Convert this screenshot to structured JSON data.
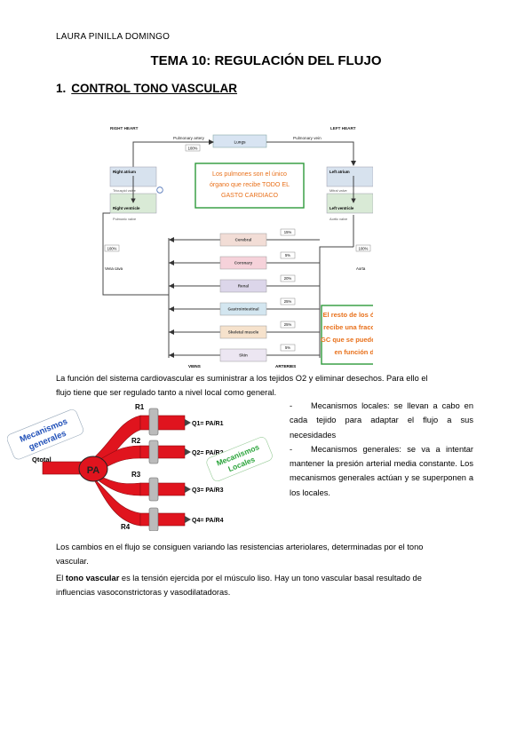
{
  "header": {
    "author": "LAURA PINILLA DOMINGO"
  },
  "title": "TEMA 10: REGULACIÓN DEL FLUJO",
  "section": {
    "number": "1.",
    "heading": "CONTROL TONO VASCULAR"
  },
  "circulation_diagram": {
    "right_heart": "RIGHT HEART",
    "left_heart": "LEFT HEART",
    "pulmonary_artery": "Pulmonary artery",
    "pulmonary_vein": "Pulmonary vein",
    "lungs": "Lungs",
    "pct_100": "100%",
    "right_atrium": "Right atrium",
    "right_ventricle": "Right ventricle",
    "tricuspid_valve": "Tricuspid valve",
    "pulmonic_valve": "Pulmonic valve",
    "left_atrium": "Left atrium",
    "left_ventricle": "Left ventricle",
    "mitral_valve": "Mitral valve",
    "aortic_valve": "Aortic valve",
    "vena_cava": "Vena cava",
    "aorta": "Aorta",
    "veins": "VEINS",
    "arteries": "ARTERIES",
    "organs": [
      {
        "name": "Cerebral",
        "pct": "15%",
        "color": "#f2ddd6"
      },
      {
        "name": "Coronary",
        "pct": "5%",
        "color": "#f6d2da"
      },
      {
        "name": "Renal",
        "pct": "20%",
        "color": "#dcd6ea"
      },
      {
        "name": "Gastrointestinal",
        "pct": "25%",
        "color": "#d3e6f0"
      },
      {
        "name": "Skeletal muscle",
        "pct": "25%",
        "color": "#f6e2cc"
      },
      {
        "name": "Skin",
        "pct": "5%",
        "color": "#ece6f2"
      }
    ],
    "note_lungs": [
      "Los pulmones son el único",
      "órgano que recibe TODO EL",
      "GASTO CARDIACO"
    ],
    "note_organs": [
      "El resto de los órganos",
      "recibe una fracción del",
      "GC que se puede ajustar",
      "en función de la"
    ],
    "note_color": "#e8701a",
    "note_border": "#2e9a3a"
  },
  "intro_paragraph": {
    "line1": "La función del sistema cardiovascular es suministrar a los tejidos O2 y eliminar desechos. Para ello el",
    "line2": "flujo tiene que ser regulado tanto a nivel local como general."
  },
  "flow_diagram": {
    "label_general": [
      "Mecanismos",
      "generales"
    ],
    "label_local": [
      "Mecanismos",
      "Locales"
    ],
    "qtotal": "Qtotal",
    "pa": "PA",
    "resistances": [
      "R1",
      "R2",
      "R3",
      "R4"
    ],
    "flows": [
      {
        "q": "Q1",
        "eq": "= PA/R1"
      },
      {
        "q": "Q2",
        "eq": "= PA/R2"
      },
      {
        "q": "Q3",
        "eq": "= PA/R3"
      },
      {
        "q": "Q4",
        "eq": "= PA/R4"
      }
    ],
    "vessel_color": "#e0141e",
    "label_color": "#1f4fb8",
    "local_color": "#2aa43a"
  },
  "bullets": [
    {
      "dash": "-",
      "text": "Mecanismos locales: se llevan a cabo en cada tejido para adaptar el flujo a sus necesidades"
    },
    {
      "dash": "-",
      "text": "Mecanismos generales: se va a intentar mantener la presión arterial media constante. Los mecanismos generales actúan y se superponen a los locales."
    }
  ],
  "paragraph2": {
    "line1": "Los cambios en el flujo se consiguen variando las resistencias arteriolares, determinadas por el tono",
    "line2": "vascular."
  },
  "paragraph3": {
    "start": "El ",
    "bold": "tono vascular",
    "rest": " es la tensión ejercida por el músculo liso. Hay un tono vascular basal resultado de",
    "line2": "influencias vasoconstrictoras y vasodilatadoras."
  }
}
